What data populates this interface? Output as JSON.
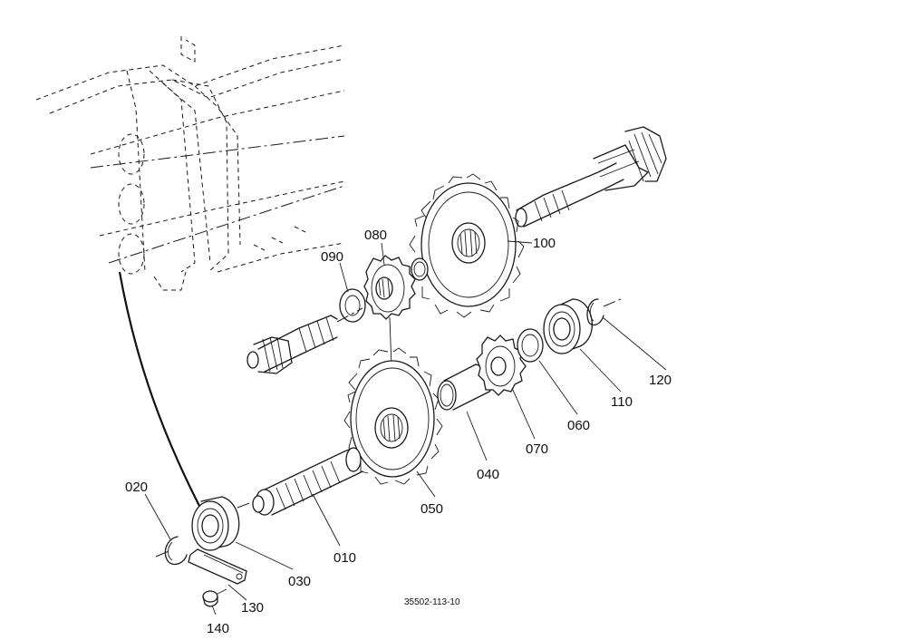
{
  "labels": {
    "p010": "010",
    "p020": "020",
    "p030": "030",
    "p040": "040",
    "p050": "050",
    "p060": "060",
    "p070": "070",
    "p080": "080",
    "p090": "090",
    "p100": "100",
    "p110": "110",
    "p120": "120",
    "p130": "130",
    "p140": "140"
  },
  "drawing_number": "35502-113-10"
}
